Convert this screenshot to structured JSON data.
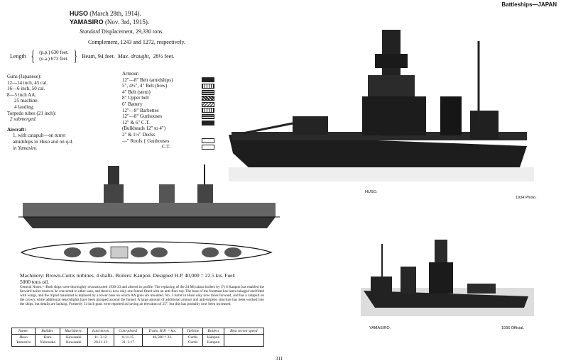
{
  "header": {
    "title": "Battleships—JAPAN"
  },
  "ship1": {
    "name": "HUSO",
    "date": "(March 28th, 1914)."
  },
  "ship2": {
    "name": "YAMASIRO",
    "date": "(Nov. 3rd, 1915)."
  },
  "displacement": {
    "label": "Standard",
    "text": "Displacement, 29,330 tons."
  },
  "complement": "Complement, 1243 and 1272, respectively.",
  "dimensions": {
    "length_label": "Length",
    "pp": "(p.p.) 630 feet.",
    "oa": "(o.a.) 673 feet.",
    "beam": "Beam, 94 feet.",
    "draught_label": "Max. draught,",
    "draught_value": "28½ feet."
  },
  "guns": [
    "Guns (Japanese):",
    "12—14 inch, 45 cal.",
    "16—6 inch, 50 cal.",
    "8—5 inch AA.",
    "25 machine.",
    "4 landing.",
    "Torpedo tubes (21 inch):",
    "2 submerged.",
    "Aircraft:",
    "1, with catapult—on turret",
    "amidships in Huso and on q.d.",
    "in Yamasiro."
  ],
  "armour": {
    "title": "Armour:",
    "rows": [
      "12\"—8\" Belt (amidships)",
      "5\", 4½\", 4\" Belt (bow)",
      "4\" Belt (stern)",
      "8\" Upper belt",
      "6\" Battery",
      "12\"—8\" Barbettes",
      "12\"—8\" Gunhouses",
      "12\" & 6\" C.T.",
      "(Bulkheads 12\" to 4\")",
      "2\" & 1½\" Decks",
      "—\" Roofs { Gunhouses",
      "C.T."
    ]
  },
  "photos": {
    "huso_caption": "HUSO.",
    "huso_credit": "1934 Photo.",
    "yamasiro_caption": "YAMASIRO.",
    "yamasiro_credit": "1936 Official."
  },
  "machinery": "Machinery: Brown-Curtis turbines. 4 shafts. Boilers: Kanpon. Designed H.P. 40,000 = 22.5 kts. Fuel: 5000 tons oil.",
  "notes": "General Notes.—Both ships were thoroughly reconstructed 1930-33 and altered in profile. The replacing of the 24 Miyabara boilers by (?) 8 Kanpon has enabled the forward boiler room to be converted to other uses, and there is now only one funnel fitted with an anti-flare top. The base of the foremast has been enlarged and fitted with wings, and the tripod mainmast is replaced by a tower base on which AA guns are mounted. No. 3 turret in Huso only now faces forward, and has a catapult on the crown, while additional searchlights have been grouped around the funnel. A large amount of additional armour and anti-torpedo structure has been worked into the ships, but details are lacking. Formerly 14 inch guns were reported as having an elevation of 25°, but this has probably now been increased.",
  "table": {
    "headers": [
      "Name.",
      "Builder.",
      "Machinery.",
      "Laid down",
      "Com-pleted",
      "Trials. H.P. = kts.",
      "Turbine",
      "Boilers",
      "Best recent speed"
    ],
    "rows": [
      [
        "Huso",
        "Kure",
        "Kawasaki",
        "11. 3.12",
        "8.11.15",
        "46,500 = 23.",
        "Curtis",
        "Kanpon",
        ""
      ],
      [
        "Yamasiro",
        "Yokosuka",
        "Kawasaki",
        "20.11.13",
        "31. 3.17",
        "",
        "Curtis",
        "Kanpon",
        ""
      ]
    ]
  },
  "page_number": "311"
}
